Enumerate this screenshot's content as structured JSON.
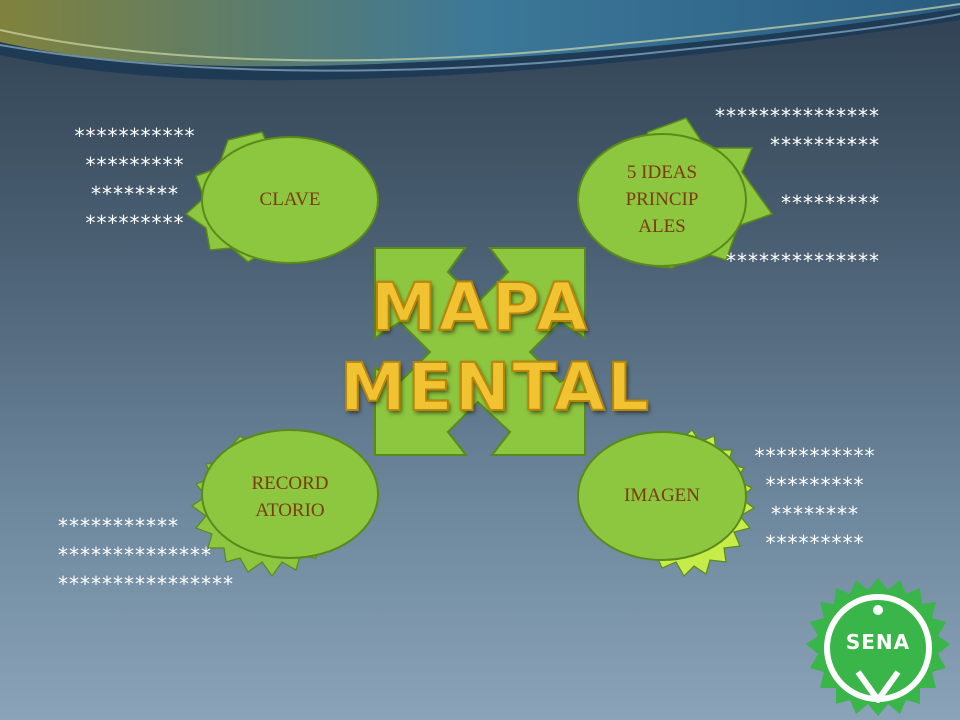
{
  "diagram": {
    "title_line1": "MAPA",
    "title_line2": "MENTAL",
    "nodes": {
      "clave": {
        "label": "CLAVE"
      },
      "ideas": {
        "label_lines": [
          "5 IDEAS",
          "PRINCIP",
          "ALES"
        ]
      },
      "recordatorio": {
        "label_lines": [
          "RECORD",
          "ATORIO"
        ]
      },
      "imagen": {
        "label": "IMAGEN"
      }
    },
    "star_groups": {
      "top_left": [
        "***********",
        "*********",
        "********",
        "*********"
      ],
      "top_right": [
        "***************",
        "**********",
        "",
        "*********",
        "",
        "**************"
      ],
      "bottom_left": [
        "***********",
        "**************",
        "****************"
      ],
      "bottom_right": [
        "***********",
        "*********",
        "********",
        "*********"
      ]
    },
    "logo": {
      "text": "SENA"
    }
  },
  "colors": {
    "node_fill": "#8dc63f",
    "node_stroke": "#5a8a1a",
    "title": "#f1c232",
    "label_text": "#7a3b12",
    "logo_green": "#39b54a"
  }
}
